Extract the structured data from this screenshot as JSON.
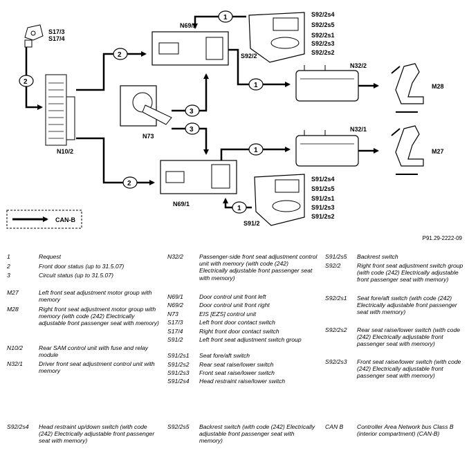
{
  "diagram": {
    "components": {
      "s17": "S17/3\nS17/4",
      "n10_2": "N10/2",
      "n69_2": "N69/2",
      "n69_1": "N69/1",
      "n73": "N73",
      "n32_2": "N32/2",
      "n32_1": "N32/1",
      "m28": "M28",
      "m27": "M27",
      "s92_2": "S92/2",
      "s91_2": "S91/2"
    },
    "switch_labels_top": [
      "S92/2s4",
      "S92/2s5",
      "S92/2s1",
      "S92/2s3",
      "S92/2s2"
    ],
    "switch_labels_bottom": [
      "S91/2s4",
      "S91/2s5",
      "S91/2s1",
      "S91/2s3",
      "S91/2s2"
    ],
    "signal_numbers": {
      "one": "1",
      "two": "2",
      "three": "3"
    },
    "canb_label": "CAN-B",
    "figure_ref": "P91.29-2222-09"
  },
  "legend": {
    "col1": [
      {
        "code": "1",
        "desc": "Request"
      },
      {
        "code": "2",
        "desc": "Front door status (up to 31.5.07)"
      },
      {
        "code": "3",
        "desc": "Circuit status (up to 31.5.07)"
      },
      {
        "code": "M27",
        "desc": "Left front seat adjustment motor group with memory"
      },
      {
        "code": "M28",
        "desc": "Right front seat adjustment motor group with memory (with code (242) Electrically adjustable front passenger seat with memory)"
      },
      {
        "code": "N10/2",
        "desc": "Rear SAM control unit with fuse and relay module"
      },
      {
        "code": "N32/1",
        "desc": "Driver front seat adjustment control unit with memory"
      }
    ],
    "col2": [
      {
        "code": "N32/2",
        "desc": "Passenger-side front seat adjustment control unit with memory (with code (242) Electrically adjustable front passenger seat with memory)"
      },
      {
        "code": "N69/1",
        "desc": "Door control unit front left"
      },
      {
        "code": "N69/2",
        "desc": "Door control unit front right"
      },
      {
        "code": "N73",
        "desc": "EIS [EZS] control unit"
      },
      {
        "code": "S17/3",
        "desc": "Left front door contact switch"
      },
      {
        "code": "S17/4",
        "desc": "Right front door contact switch"
      },
      {
        "code": "S91/2",
        "desc": "Left front seat adjustment switch group"
      },
      {
        "code": "S91/2s1",
        "desc": "Seat fore/aft switch"
      },
      {
        "code": "S91/2s2",
        "desc": "Rear seat raise/lower switch"
      },
      {
        "code": "S91/2s3",
        "desc": "Front seat raise/lower switch"
      },
      {
        "code": "S91/2s4",
        "desc": "Head restraint raise/lower switch"
      }
    ],
    "col3": [
      {
        "code": "S91/2s5",
        "desc": "Backrest switch"
      },
      {
        "code": "S92/2",
        "desc": "Right front seat adjustment switch group (with code (242) Electrically adjustable front passenger seat with memory)"
      },
      {
        "code": "S92/2s1",
        "desc": "Seat fore/aft switch (with code (242) Electrically adjustable front passenger seat with memory)"
      },
      {
        "code": "S92/2s2",
        "desc": "Rear seat raise/lower switch (with code (242) Electrically adjustable front passenger seat with memory)"
      },
      {
        "code": "S92/2s3",
        "desc": "Front seat raise/lower switch (with code (242) Electrically adjustable front passenger seat with memory)"
      }
    ],
    "bottom": [
      {
        "code": "S92/2s4",
        "desc": "Head restraint up/down switch (with code (242) Electrically adjustable front passenger seat with memory)"
      },
      {
        "code": "S92/2s5",
        "desc": "Backrest switch (with code (242) Electrically adjustable front passenger seat with memory)"
      },
      {
        "code": "CAN B",
        "desc": "Controller Area Network bus Class B (interior compartment) (CAN-B)"
      }
    ]
  }
}
